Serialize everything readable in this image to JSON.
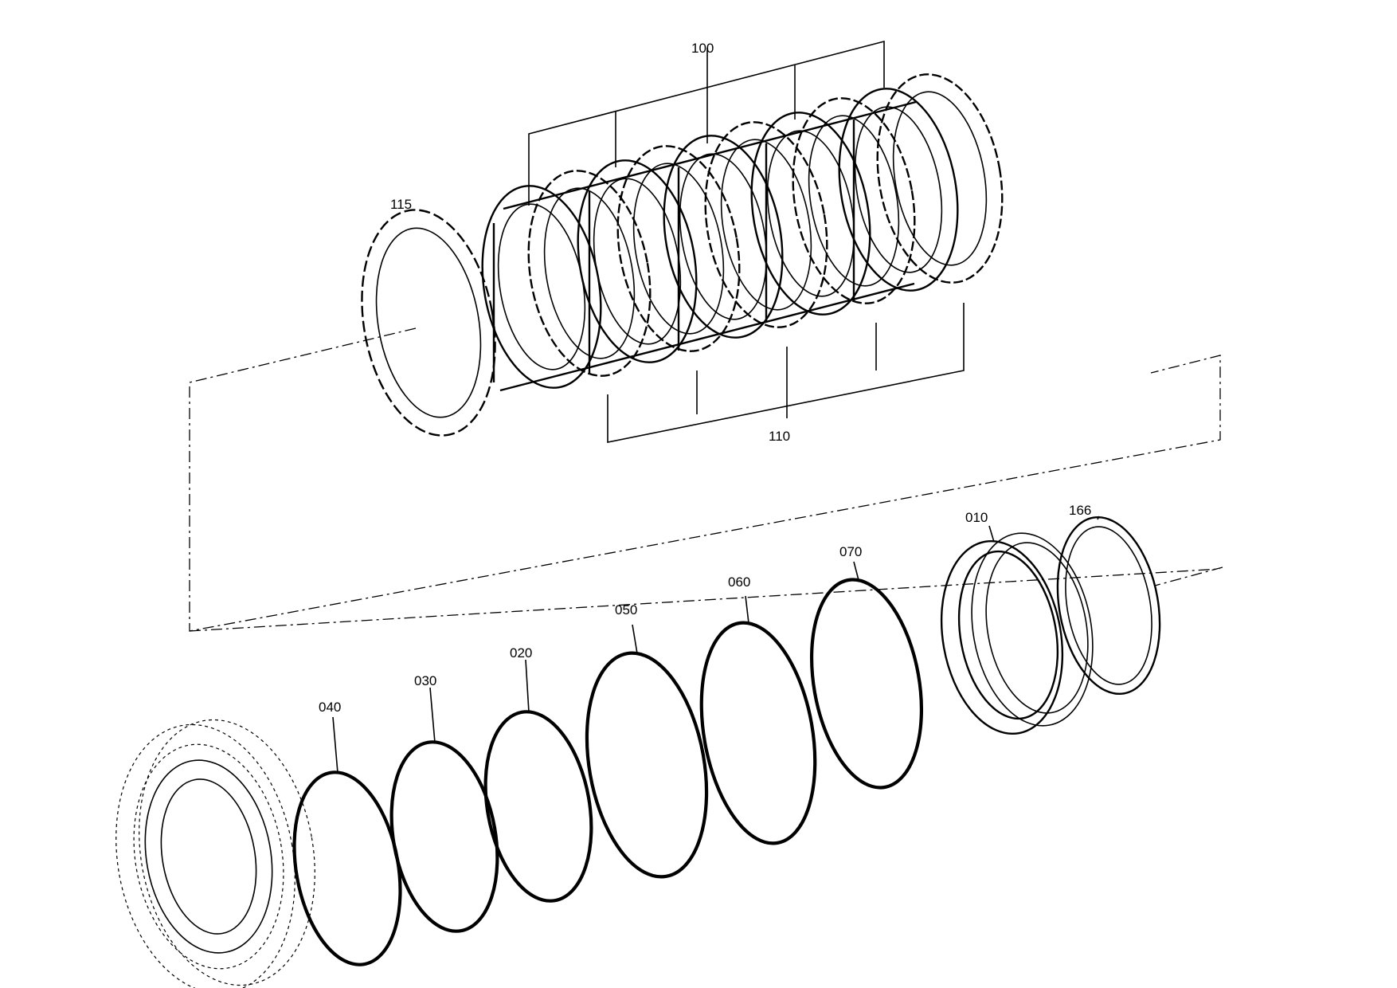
{
  "diagram": {
    "labels": {
      "p100": "100",
      "p110": "110",
      "p115": "115",
      "p010": "010",
      "p166": "166",
      "p020": "020",
      "p030": "030",
      "p040": "040",
      "p050": "050",
      "p060": "060",
      "p070": "070"
    }
  }
}
